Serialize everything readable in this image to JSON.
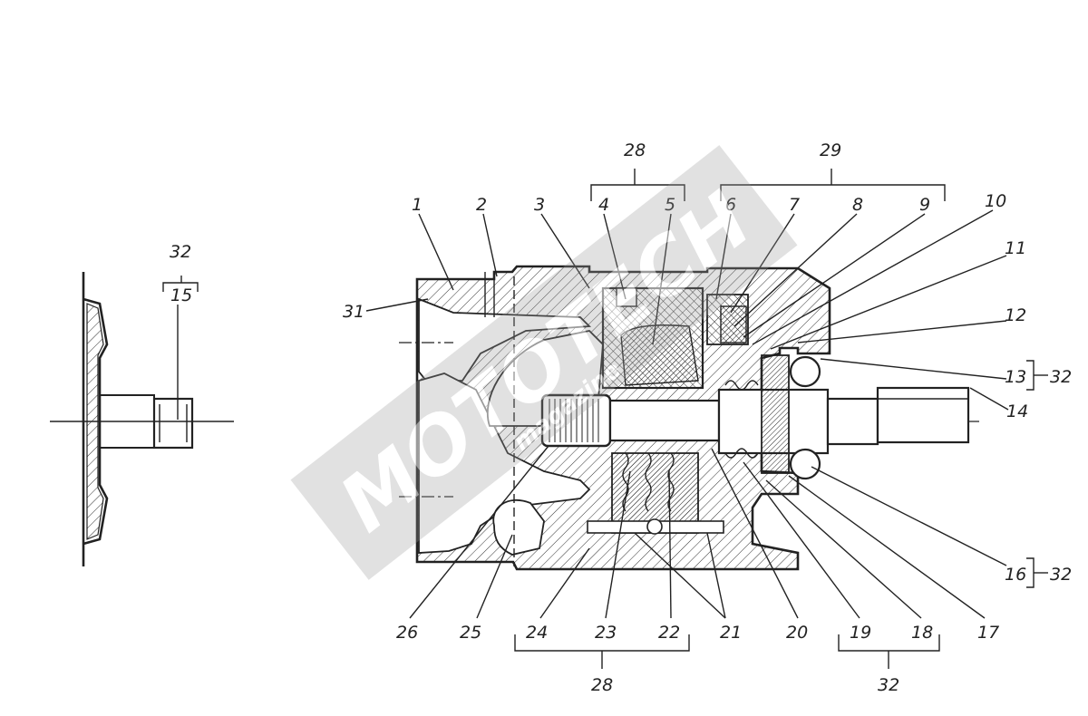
{
  "watermark": {
    "brand": "MOTOTECH",
    "sub": "magazine"
  },
  "labels": {
    "n1": "1",
    "n2": "2",
    "n3": "3",
    "n4": "4",
    "n5": "5",
    "n6": "6",
    "n7": "7",
    "n8": "8",
    "n9": "9",
    "n10": "10",
    "n11": "11",
    "n12": "12",
    "n13": "13",
    "n14": "14",
    "n15": "15",
    "n16": "16",
    "n17": "17",
    "n18": "18",
    "n19": "19",
    "n20": "20",
    "n21": "21",
    "n22": "22",
    "n23": "23",
    "n24": "24",
    "n25": "25",
    "n26": "26",
    "n28a": "28",
    "n28b": "28",
    "n29": "29",
    "n31": "31",
    "n32a": "32",
    "n32b": "32",
    "n32c": "32",
    "n32d": "32"
  }
}
